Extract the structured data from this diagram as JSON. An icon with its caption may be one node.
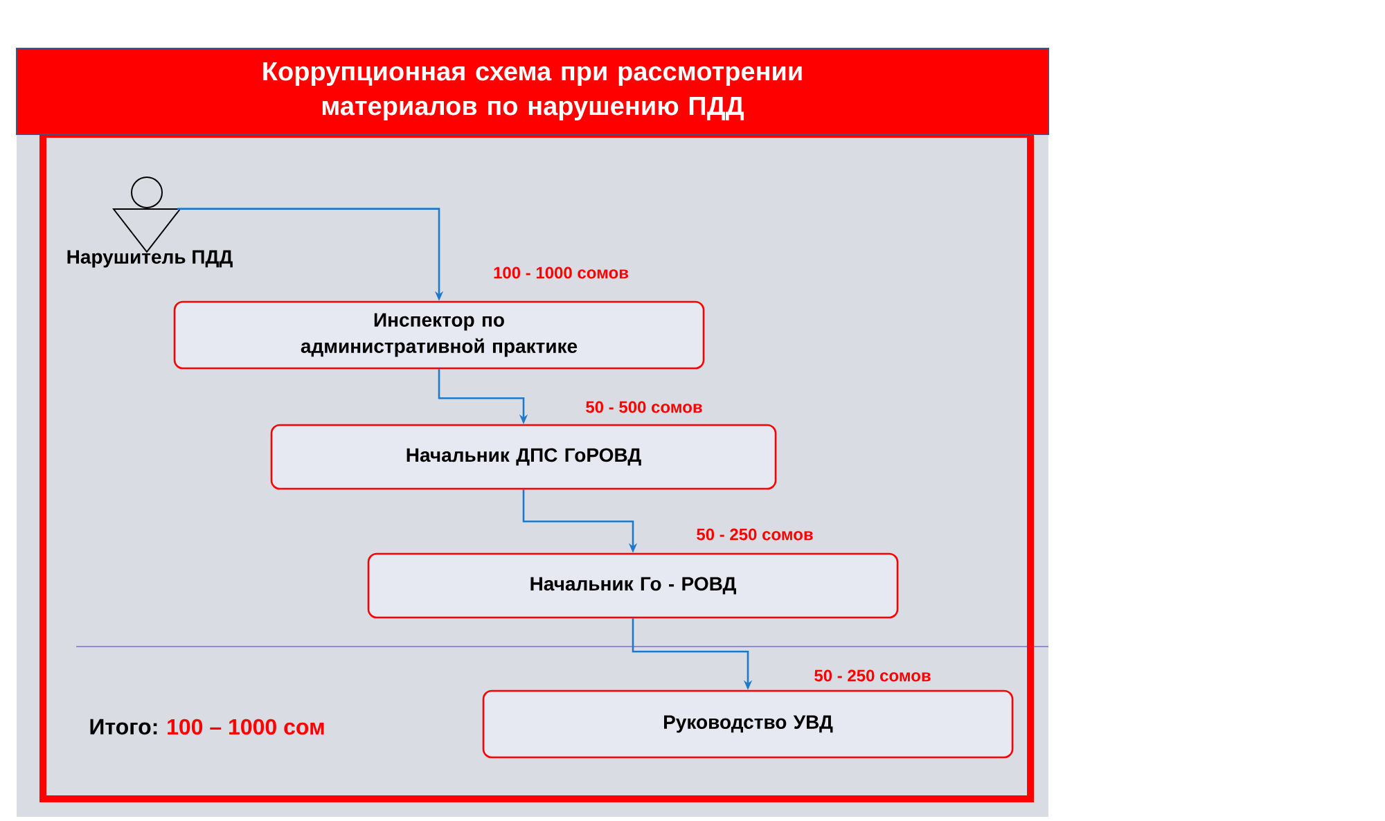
{
  "diagram": {
    "title": "Коррупционная схема при рассмотрении материалов по нарушению ПДД",
    "nodes": [
      {
        "text": [],
        "shape": "person",
        "beside": [
          "Нарушитель ПДД"
        ]
      },
      {
        "text": [
          "Инспектор по административной практике"
        ]
      },
      {
        "text": [
          "Начальник  ДПС  ГоРОВД"
        ]
      },
      {
        "text": [
          "Начальник  Го - РОВД"
        ]
      },
      {
        "text": [
          "Руководство УВД"
        ]
      }
    ],
    "edges": [
      {
        "from": 0,
        "to": 1,
        "arrow": "to",
        "label": "100  - 1000 сомов"
      },
      {
        "from": 1,
        "to": 2,
        "arrow": "to",
        "label": "50  - 500 сомов"
      },
      {
        "from": 2,
        "to": 3,
        "arrow": "to",
        "label": "50  - 250 сомов"
      },
      {
        "from": 3,
        "to": 4,
        "arrow": "to",
        "label": "50  - 250 сомов"
      }
    ],
    "labels": [
      "Итого:",
      "100 – 1000 сом"
    ]
  }
}
